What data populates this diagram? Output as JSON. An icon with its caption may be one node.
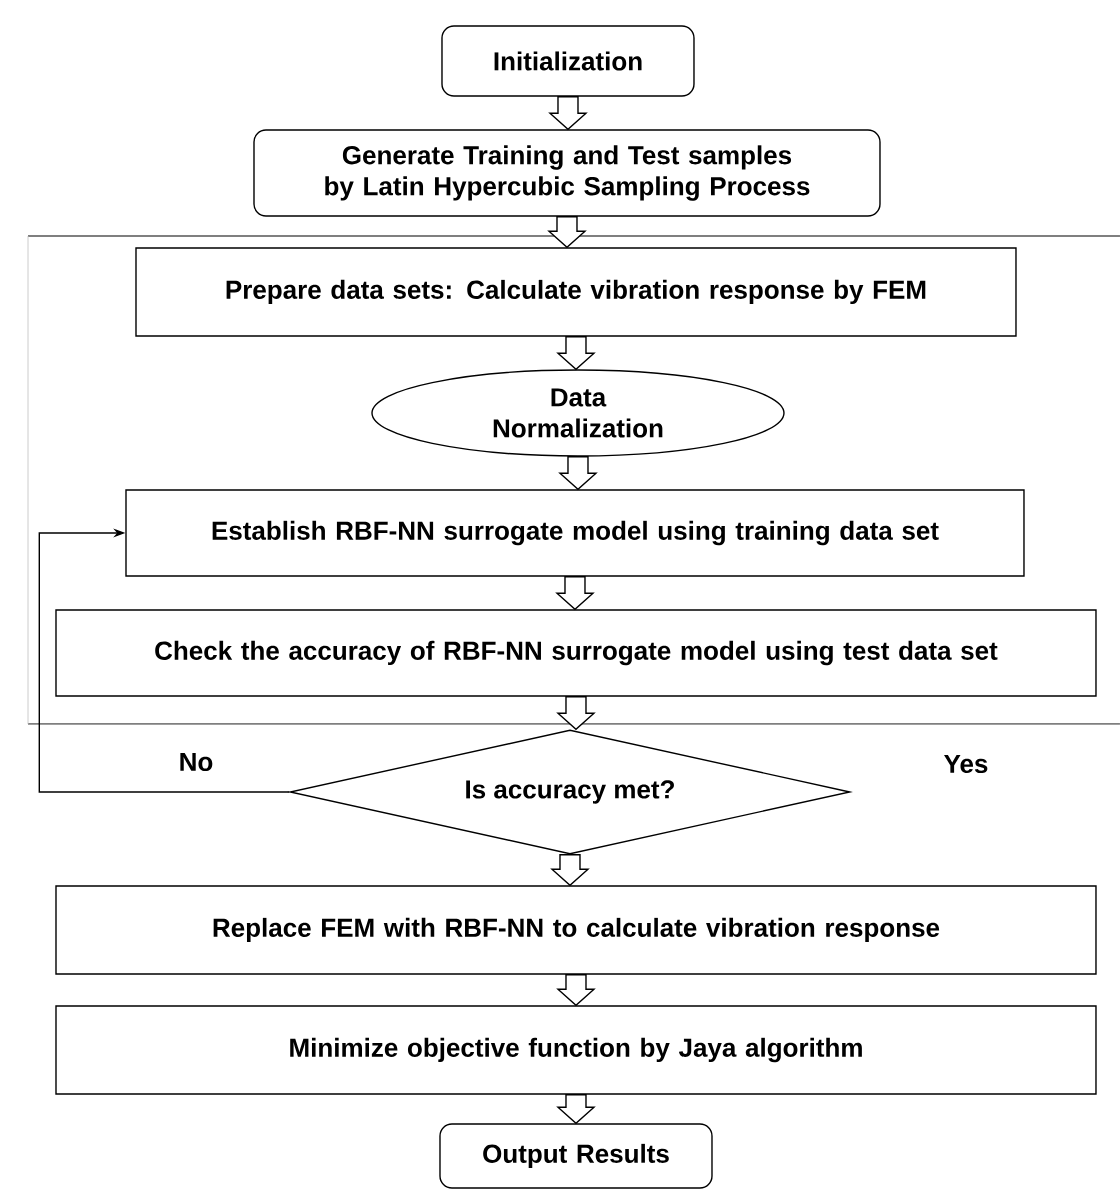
{
  "diagram": {
    "nodes": [
      {
        "text": [
          "Initialization"
        ]
      },
      {
        "text": [
          "Generate Training and Test samples by Latin Hypercubic Sampling Process"
        ]
      },
      {
        "text": [
          "Prepare data sets: Calculate vibration response by FEM"
        ]
      },
      {
        "text": [
          "Data Normalization"
        ]
      },
      {
        "text": [
          "Establish RBF-NN surrogate model using training data set"
        ]
      },
      {
        "text": [
          "Check the accuracy of RBF-NN surrogate model using test data set"
        ]
      },
      {
        "text": [
          "Is accuracy met?"
        ]
      },
      {
        "text": [
          "Replace FEM with RBF-NN to calculate vibration response"
        ]
      },
      {
        "text": [
          "Minimize objective function by Jaya algorithm"
        ]
      },
      {
        "text": [
          "Output Results"
        ]
      }
    ],
    "edges": [
      {
        "from": 0,
        "to": 1,
        "arrow": "to"
      },
      {
        "from": 1,
        "to": 2,
        "arrow": "to"
      },
      {
        "from": 2,
        "to": 3,
        "arrow": "to"
      },
      {
        "from": 3,
        "to": 4,
        "arrow": "to"
      },
      {
        "from": 4,
        "to": 5,
        "arrow": "to"
      },
      {
        "from": 5,
        "to": 6,
        "arrow": "to"
      },
      {
        "from": 6,
        "to": 4,
        "arrow": "to",
        "label": "No"
      },
      {
        "from": 6,
        "to": 7,
        "arrow": "to"
      },
      {
        "from": 7,
        "to": 8,
        "arrow": "to"
      },
      {
        "from": 8,
        "to": 9,
        "arrow": "to"
      }
    ],
    "labels": [
      "Yes"
    ]
  }
}
